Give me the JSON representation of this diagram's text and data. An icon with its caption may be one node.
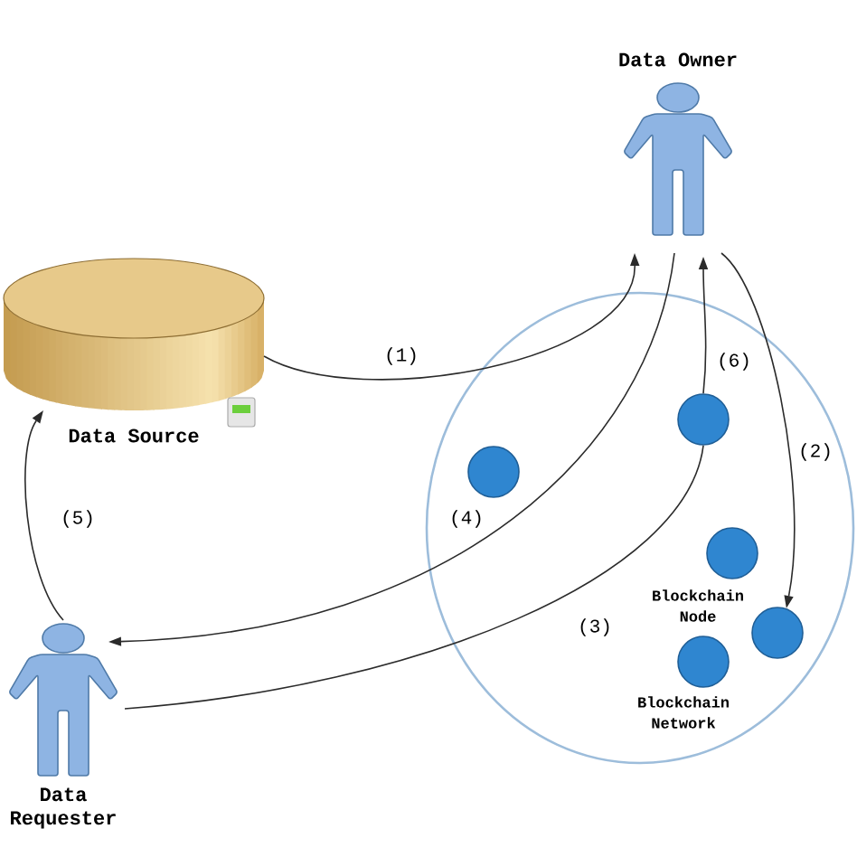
{
  "diagram": {
    "nodes": [
      {
        "text": [
          "Data Owner"
        ]
      },
      {
        "text": [
          "Data Source"
        ]
      },
      {
        "text": [
          "Blockchain Network"
        ]
      },
      {
        "text": [],
        "shape": "circle",
        "in": 2
      },
      {
        "text": [],
        "shape": "circle",
        "in": 2
      },
      {
        "text": [],
        "shape": "circle",
        "in": 2,
        "beside": [
          "Blockchain Node"
        ]
      },
      {
        "text": [],
        "shape": "circle",
        "in": 2
      },
      {
        "text": [],
        "shape": "circle",
        "in": 2
      },
      {
        "text": [
          "Data Requester"
        ]
      }
    ],
    "edges": [
      {
        "from": 1,
        "to": 0,
        "arrow": "to",
        "label": "(1)"
      },
      {
        "from": 0,
        "to": 6,
        "arrow": "to",
        "label": "(2)"
      },
      {
        "from": 8,
        "to": 3,
        "arrow": "none",
        "label": "(3)"
      },
      {
        "from": 0,
        "to": 8,
        "arrow": "to",
        "label": "(4)"
      },
      {
        "from": 8,
        "to": 1,
        "arrow": "to",
        "label": "(5)"
      },
      {
        "from": 3,
        "to": 0,
        "arrow": "to",
        "label": "(6)"
      }
    ]
  }
}
